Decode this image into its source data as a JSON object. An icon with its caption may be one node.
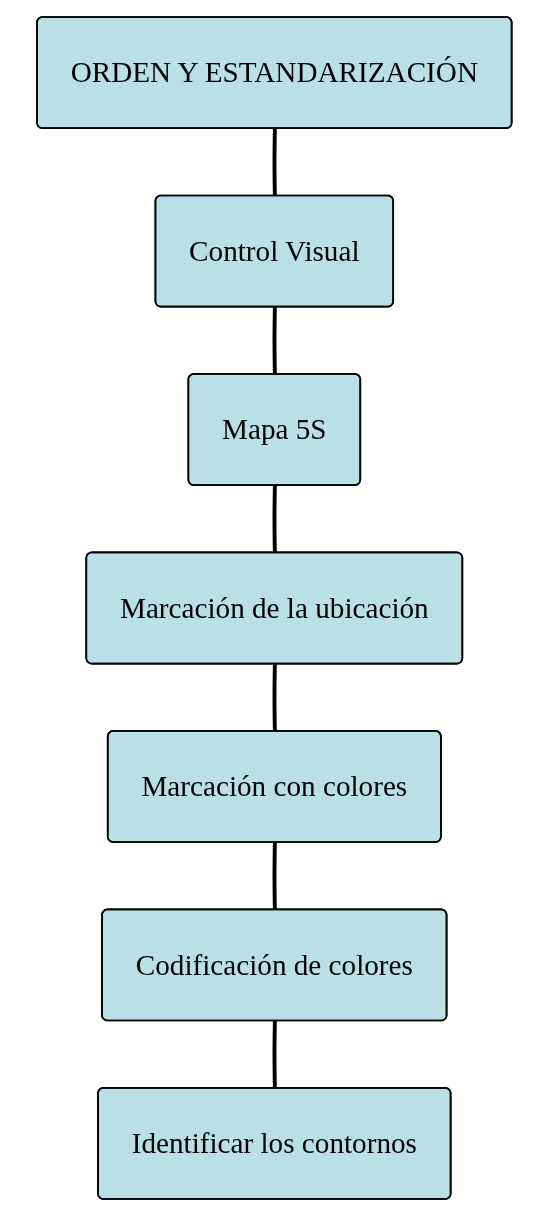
{
  "diagram": {
    "nodes": [
      {
        "text": [
          "ORDEN Y ESTANDARIZACIÓN"
        ]
      },
      {
        "text": [
          "Control Visual"
        ]
      },
      {
        "text": [
          "Mapa 5S"
        ]
      },
      {
        "text": [
          "Marcación de la ubicación"
        ]
      },
      {
        "text": [
          "Marcación con colores"
        ]
      },
      {
        "text": [
          "Codificación de colores"
        ]
      },
      {
        "text": [
          "Identificar los contornos"
        ]
      }
    ],
    "edges": [
      {
        "from": 0,
        "to": 1,
        "arrow": "none"
      },
      {
        "from": 1,
        "to": 2,
        "arrow": "none"
      },
      {
        "from": 2,
        "to": 3,
        "arrow": "none"
      },
      {
        "from": 3,
        "to": 4,
        "arrow": "none"
      },
      {
        "from": 4,
        "to": 5,
        "arrow": "none"
      },
      {
        "from": 5,
        "to": 6,
        "arrow": "none"
      }
    ]
  }
}
